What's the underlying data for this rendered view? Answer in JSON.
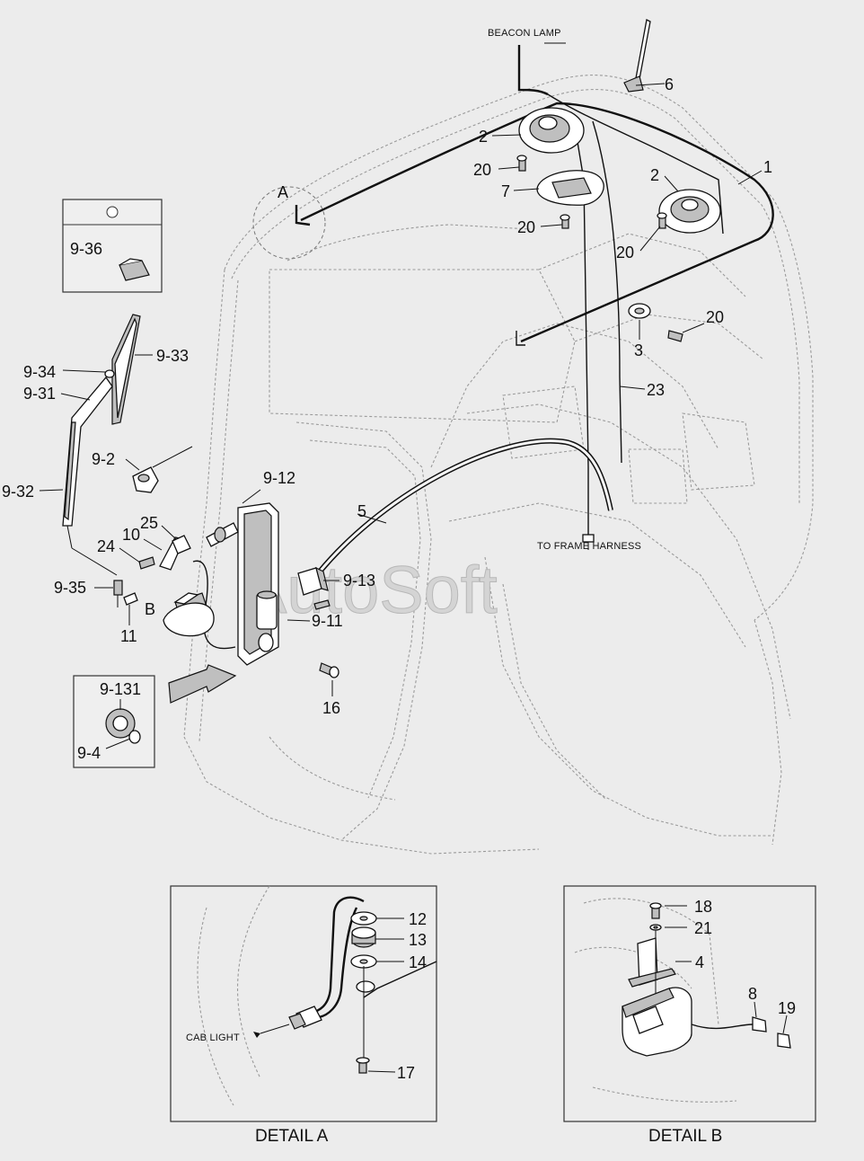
{
  "watermark": "AutoSoft",
  "annotations": {
    "beacon_lamp": "BEACON LAMP",
    "to_frame_harness": "TO FRAME HARNESS",
    "cab_light": "CAB LIGHT"
  },
  "detail_refs": {
    "a": "A",
    "b": "B"
  },
  "detail_titles": {
    "a": "DETAIL A",
    "b": "DETAIL B"
  },
  "parts": {
    "p1": "1",
    "p2a": "2",
    "p2b": "2",
    "p3": "3",
    "p5": "5",
    "p6": "6",
    "p7": "7",
    "p20a": "20",
    "p20b": "20",
    "p20c": "20",
    "p20d": "20",
    "p23": "23",
    "p9_36": "9-36",
    "p9_34": "9-34",
    "p9_31": "9-31",
    "p9_33": "9-33",
    "p9_2": "9-2",
    "p9_32": "9-32",
    "p9_12": "9-12",
    "p25": "25",
    "p10": "10",
    "p24": "24",
    "p9_35": "9-35",
    "p11": "11",
    "p9_13": "9-13",
    "p9_11": "9-11",
    "p16": "16",
    "p9_131": "9-131",
    "p9_4": "9-4",
    "p12": "12",
    "p13": "13",
    "p14": "14",
    "p17": "17",
    "p18": "18",
    "p21": "21",
    "p4": "4",
    "p8": "8",
    "p19": "19"
  }
}
